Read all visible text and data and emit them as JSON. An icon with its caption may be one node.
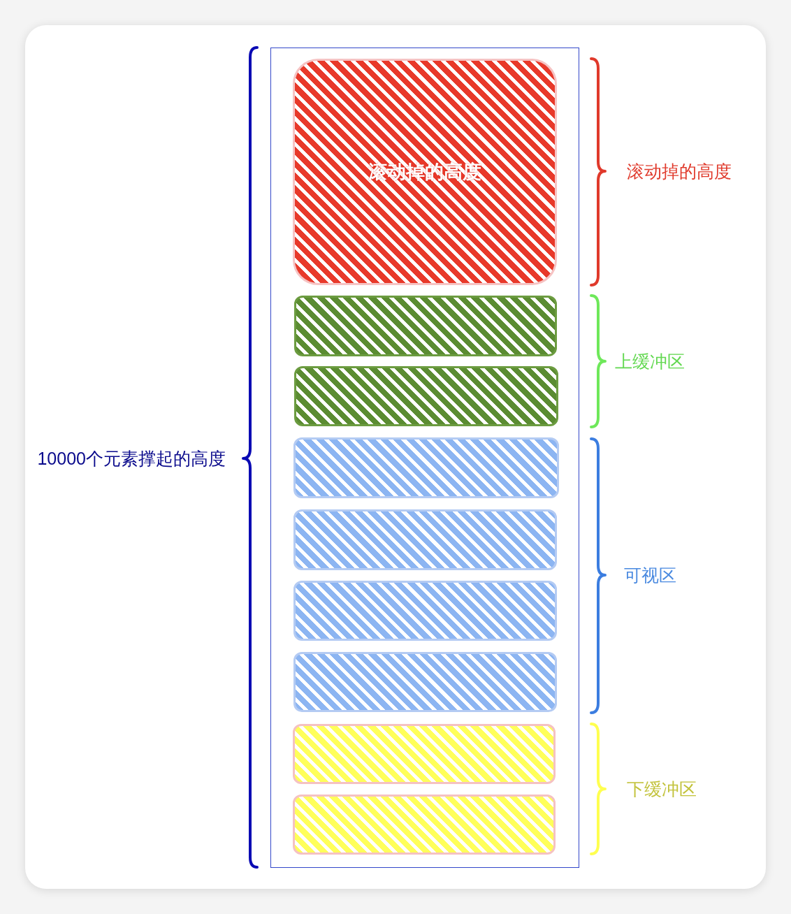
{
  "diagram": {
    "nodes": [
      {
        "text": [],
        "shape": "box"
      },
      {
        "text": [
          "滚动掉的高度"
        ],
        "in": 0
      },
      {
        "text": [],
        "shape": "box",
        "in": 0
      },
      {
        "text": [],
        "shape": "box",
        "in": 0
      },
      {
        "text": [],
        "shape": "box",
        "in": 0
      },
      {
        "text": [],
        "shape": "box",
        "in": 0
      },
      {
        "text": [],
        "shape": "box",
        "in": 0
      },
      {
        "text": [],
        "shape": "box",
        "in": 0
      },
      {
        "text": [],
        "shape": "box",
        "in": 0
      },
      {
        "text": [],
        "shape": "box",
        "in": 0
      }
    ],
    "labels": [
      "滚动掉的高度",
      "上缓冲区",
      "10000个元素撑起的高度",
      "可视区",
      "下缓冲区"
    ]
  }
}
